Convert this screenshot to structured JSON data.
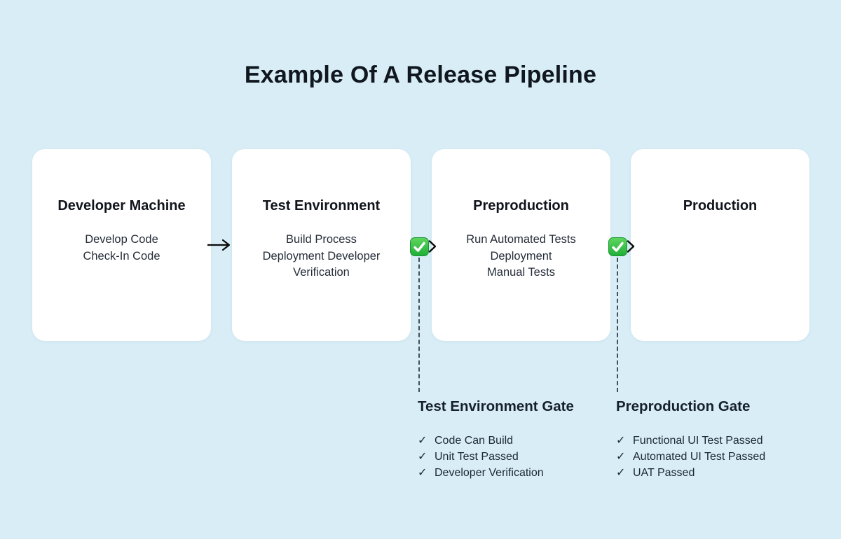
{
  "title": "Example Of A Release Pipeline",
  "stages": [
    {
      "name": "Developer Machine",
      "steps": [
        "Develop Code",
        "Check-In Code"
      ]
    },
    {
      "name": "Test Environment",
      "steps": [
        "Build Process",
        "Deployment Developer",
        "Verification"
      ]
    },
    {
      "name": "Preproduction",
      "steps": [
        "Run Automated Tests",
        "Deployment",
        "Manual Tests"
      ]
    },
    {
      "name": "Production",
      "steps": []
    }
  ],
  "gates": [
    {
      "name": "Test Environment Gate",
      "checks": [
        "Code Can Build",
        "Unit Test Passed",
        "Developer Verification"
      ]
    },
    {
      "name": "Preproduction Gate",
      "checks": [
        "Functional UI Test Passed",
        "Automated UI Test Passed",
        "UAT Passed"
      ]
    }
  ],
  "glyphs": {
    "check": "✓"
  },
  "colors": {
    "background": "#d8edf6",
    "box": "#ffffff",
    "text_dark": "#10171f",
    "gate_green_top": "#56d15a",
    "gate_green_bottom": "#1fae38",
    "arrow": "#0b0b0b",
    "dashed_line": "#42505e"
  }
}
